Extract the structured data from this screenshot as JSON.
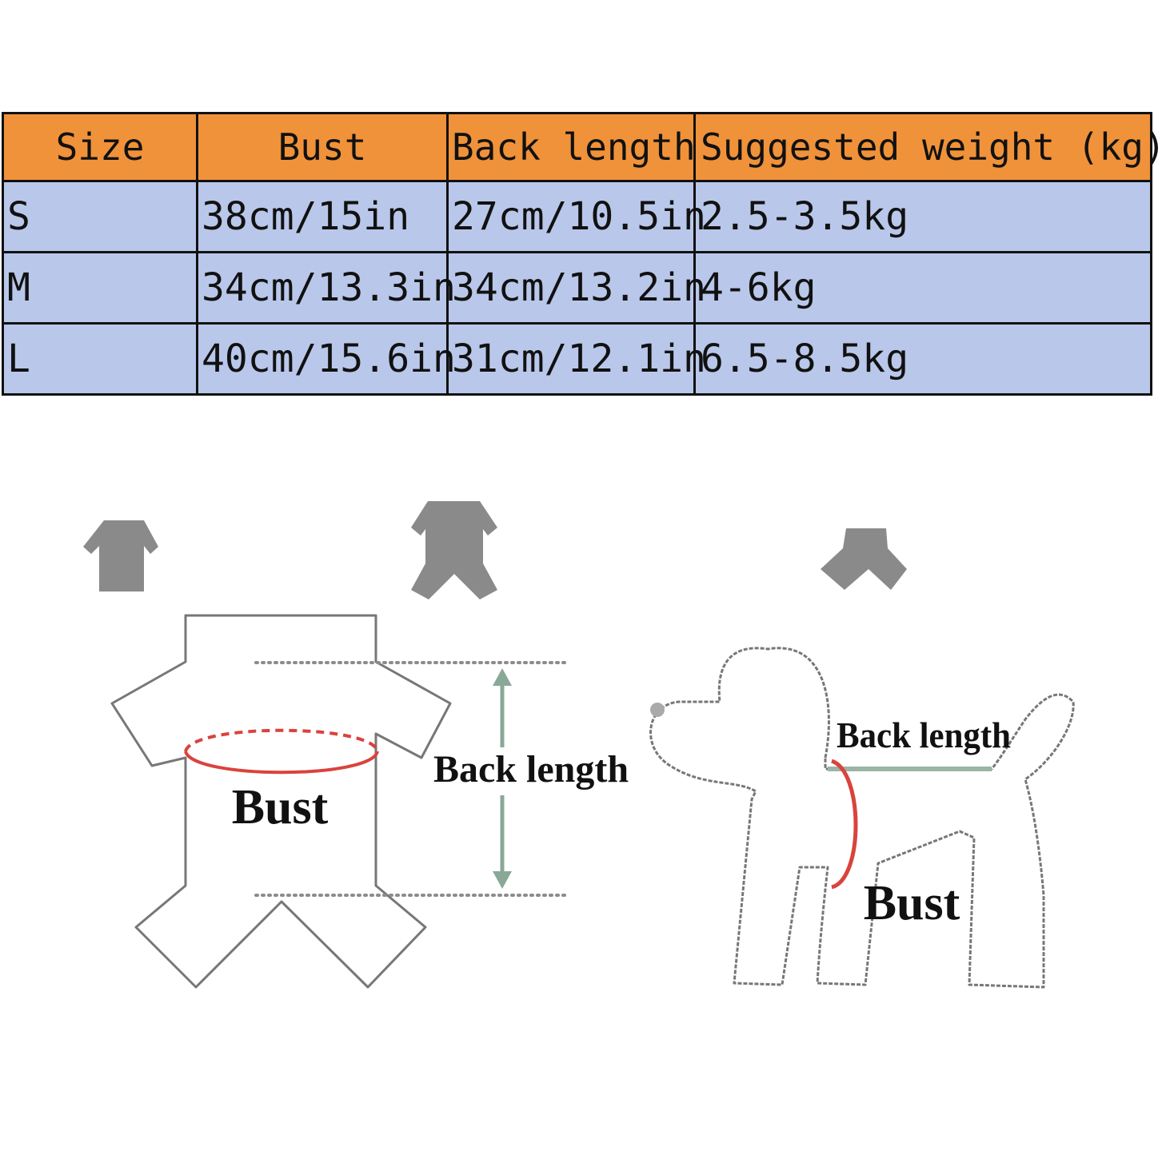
{
  "colors": {
    "header_bg": "#f0923a",
    "row_bg": "#b9c7ea",
    "bust_line": "#d9433c",
    "back_length_arrow": "#8aa898",
    "outline": "#777777",
    "icon_gray": "#8a8a8a"
  },
  "table": {
    "headers": [
      "Size",
      "Bust",
      "Back length",
      "Suggested weight (kg)"
    ],
    "rows": [
      [
        "S",
        "38cm/15in",
        "27cm/10.5in",
        "2.5-3.5kg"
      ],
      [
        "M",
        "34cm/13.3in",
        "34cm/13.2in",
        "4-6kg"
      ],
      [
        "L",
        "40cm/15.6in",
        "31cm/12.1in",
        "6.5-8.5kg"
      ]
    ]
  },
  "diagram": {
    "icons": [
      "shirt-icon",
      "jumpsuit-icon",
      "harness-icon"
    ],
    "garment": {
      "bust_label": "Bust",
      "back_length_label": "Back length"
    },
    "dog": {
      "back_length_label": "Back length",
      "bust_label": "Bust"
    }
  }
}
